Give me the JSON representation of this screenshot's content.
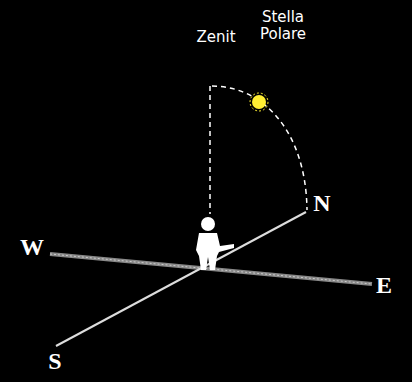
{
  "diagram": {
    "labels": [
      "Zenit",
      "Stella Polare",
      "N",
      "W",
      "E",
      "S"
    ]
  }
}
